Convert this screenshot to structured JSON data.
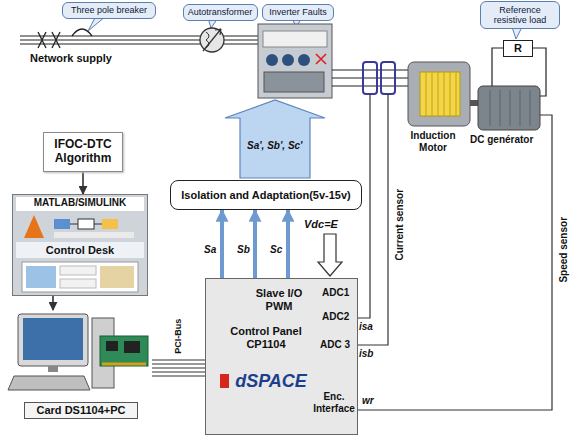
{
  "diagram": {
    "nodes": [
      {
        "text": [
          "Three pole breaker"
        ]
      },
      {
        "text": [
          "Autotransformer"
        ]
      },
      {
        "text": [
          "Inverter Faults"
        ]
      },
      {
        "text": [
          "Reference resistive load"
        ]
      },
      {
        "text": [
          "R"
        ]
      },
      {
        "text": [
          "IFOC-DTC Algorithm"
        ]
      },
      {
        "text": [
          "MATLAB/SIMULINK",
          "Control Desk"
        ]
      },
      {
        "text": [
          "Card DS1104+PC"
        ]
      },
      {
        "text": [
          "Isolation and Adaptation(5v-15v)"
        ]
      },
      {
        "text": [
          "Slave I/O PWM",
          "ADC1",
          "ADC2",
          "ADC 3",
          "Control Panel CP1104",
          "dSPACE",
          "Enc. Interface"
        ]
      }
    ],
    "edges": [
      {
        "from": 5,
        "to": 6,
        "arrow": "to"
      },
      {
        "from": 6,
        "to": 7,
        "arrow": "to"
      },
      {
        "from": 9,
        "to": 8,
        "label": "Sa",
        "arrow": "to"
      },
      {
        "from": 9,
        "to": 8,
        "label": "Sb",
        "arrow": "to"
      },
      {
        "from": 9,
        "to": 8,
        "label": "Sc",
        "arrow": "to"
      },
      {
        "from": 7,
        "to": 9,
        "label": "PCI-Bus",
        "arrow": "none"
      }
    ],
    "labels": [
      "Network supply",
      "Sa', Sb', Sc'",
      "Vdc=E",
      "Induction Motor",
      "DC genérator",
      "Current sensor",
      "isa",
      "isb",
      "Speed sensor",
      "wr"
    ]
  }
}
